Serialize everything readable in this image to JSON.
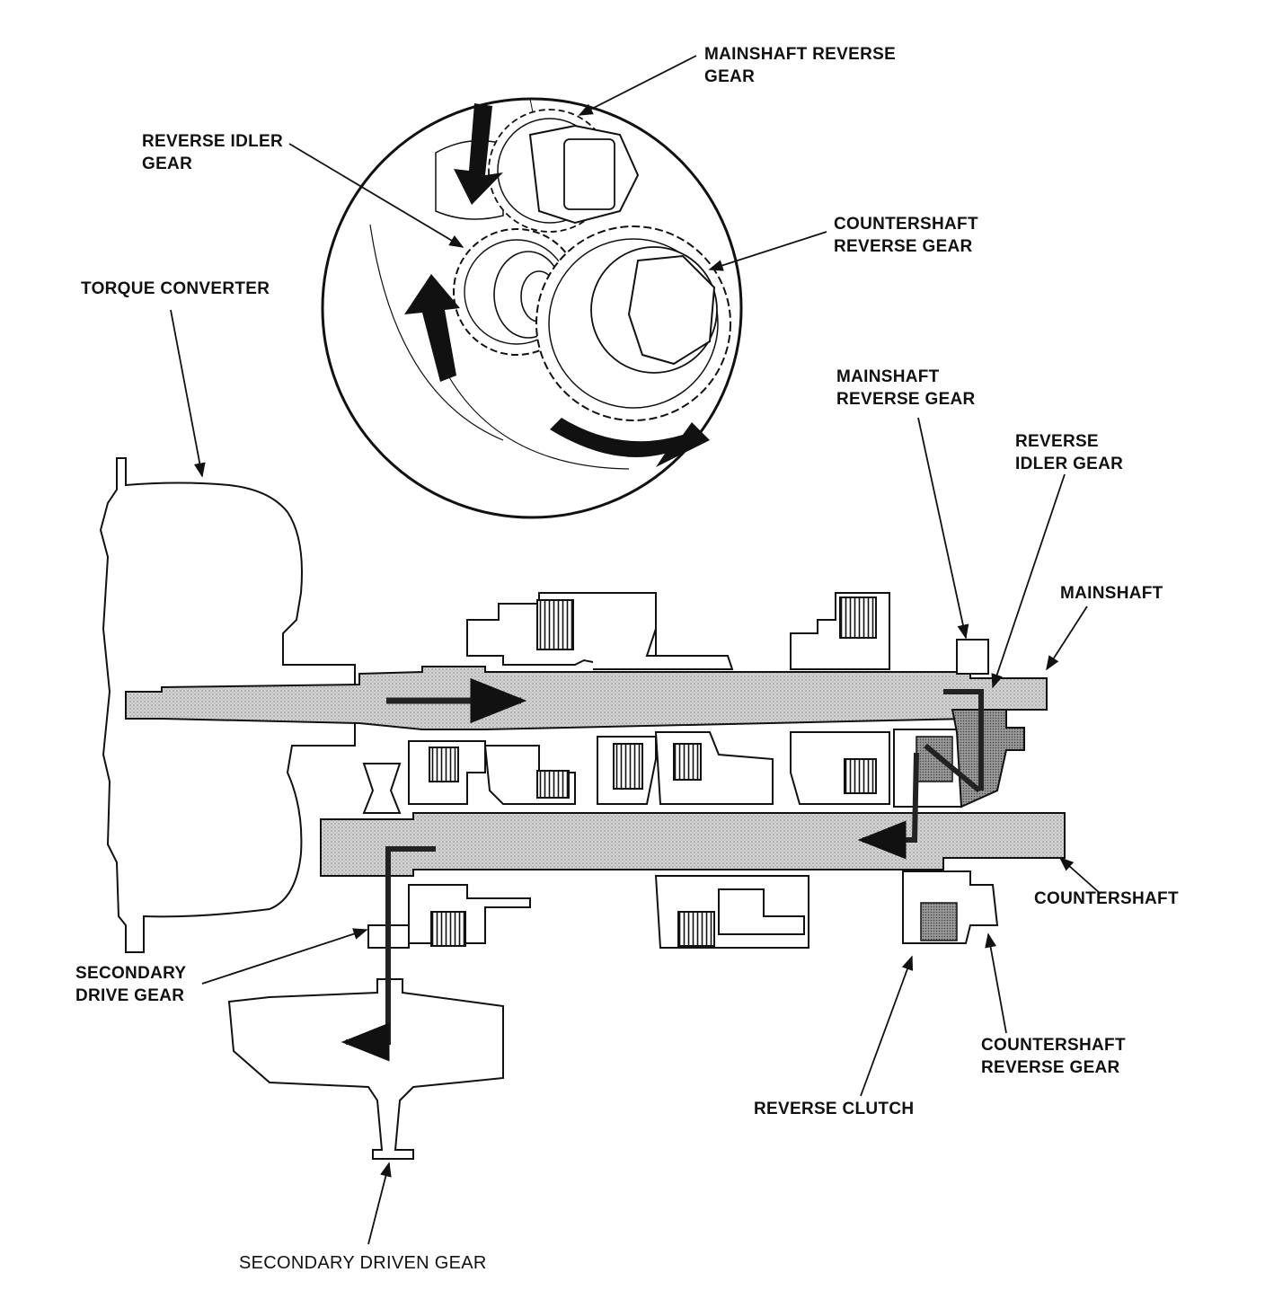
{
  "labels": {
    "mainshaft_reverse_gear_top": [
      "MAINSHAFT REVERSE",
      "GEAR"
    ],
    "reverse_idler_gear_top": [
      "REVERSE IDLER",
      "GEAR"
    ],
    "countershaft_reverse_gear_top": [
      "COUNTERSHAFT",
      "REVERSE GEAR"
    ],
    "torque_converter": "TORQUE CONVERTER",
    "mainshaft_reverse_gear": [
      "MAINSHAFT",
      "REVERSE GEAR"
    ],
    "reverse_idler_gear": [
      "REVERSE",
      "IDLER GEAR"
    ],
    "mainshaft": "MAINSHAFT",
    "countershaft": "COUNTERSHAFT",
    "secondary_drive_gear": [
      "SECONDARY",
      "DRIVE GEAR"
    ],
    "countershaft_reverse_gear": [
      "COUNTERSHAFT",
      "REVERSE GEAR"
    ],
    "reverse_clutch": "REVERSE CLUTCH",
    "secondary_driven_gear": "SECONDARY DRIVEN GEAR"
  },
  "colors": {
    "ink": "#111111",
    "shaft_fill": "#c8c8c8",
    "power_flow": "#1a1a1a",
    "background": "#ffffff"
  }
}
